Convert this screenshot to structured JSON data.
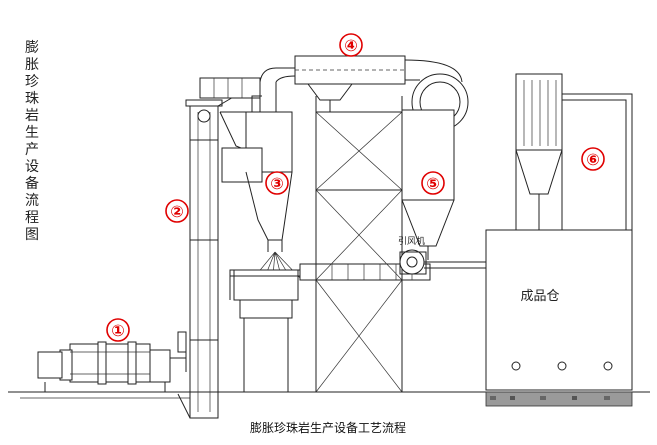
{
  "side_title": "膨胀珍珠岩生产设备流程图",
  "caption": "膨胀珍珠岩生产设备工艺流程",
  "fan_label": "引风机",
  "storage_label": "成品仓",
  "markers": [
    "①",
    "②",
    "③",
    "④",
    "⑤",
    "⑥"
  ]
}
